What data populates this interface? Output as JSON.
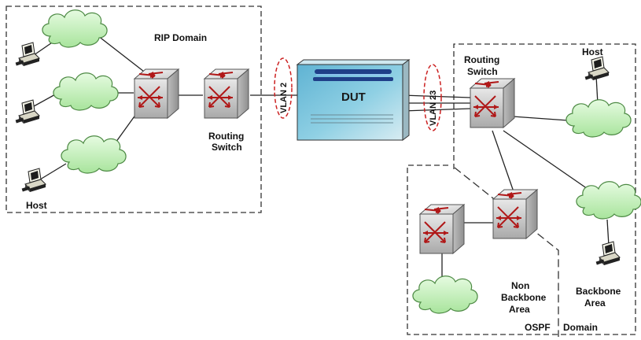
{
  "labels": {
    "rip_domain": "RIP Domain",
    "routing_switch_left_1": "Routing",
    "routing_switch_left_2": "Switch",
    "host_left": "Host",
    "vlan_left": "VLAN 2",
    "dut": "DUT",
    "vlan_right": "VLAN 23",
    "routing_switch_right_1": "Routing",
    "routing_switch_right_2": "Switch",
    "host_right": "Host",
    "non_backbone_1": "Non",
    "non_backbone_2": "Backbone",
    "non_backbone_3": "Area",
    "backbone_1": "Backbone",
    "backbone_2": "Area",
    "ospf": "OSPF",
    "domain": "Domain"
  },
  "icons": {
    "switch": "routing-switch-icon",
    "cloud": "network-cloud-icon",
    "host": "host-computer-icon",
    "dut": "device-under-test-icon"
  },
  "colors": {
    "vlan_ellipse": "#cc2222",
    "switch_arrows": "#b01818",
    "cloud_fill": "#c9f2c2",
    "dut_fill": "#7fc3da",
    "dut_bar": "#1f3f88",
    "dashed_border": "#333333"
  }
}
